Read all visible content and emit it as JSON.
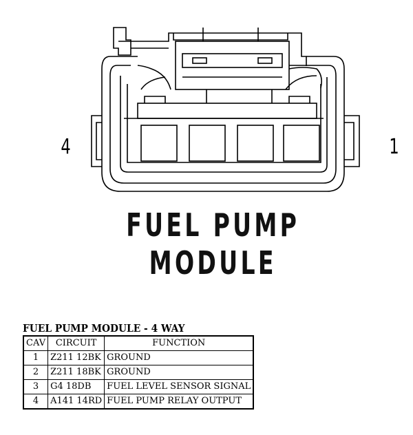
{
  "diagram": {
    "pin_left": "4",
    "pin_right": "1",
    "title_line1": "FUEL PUMP",
    "title_line2": "MODULE"
  },
  "table": {
    "title": "FUEL PUMP MODULE - 4 WAY",
    "headers": [
      "CAV",
      "CIRCUIT",
      "FUNCTION"
    ],
    "rows": [
      {
        "cav": "1",
        "circuit": "Z211 12BK",
        "function": "GROUND"
      },
      {
        "cav": "2",
        "circuit": "Z211 18BK",
        "function": "GROUND"
      },
      {
        "cav": "3",
        "circuit": "G4 18DB",
        "function": "FUEL LEVEL SENSOR SIGNAL"
      },
      {
        "cav": "4",
        "circuit": "A141 14RD",
        "function": "FUEL PUMP RELAY OUTPUT"
      }
    ]
  }
}
